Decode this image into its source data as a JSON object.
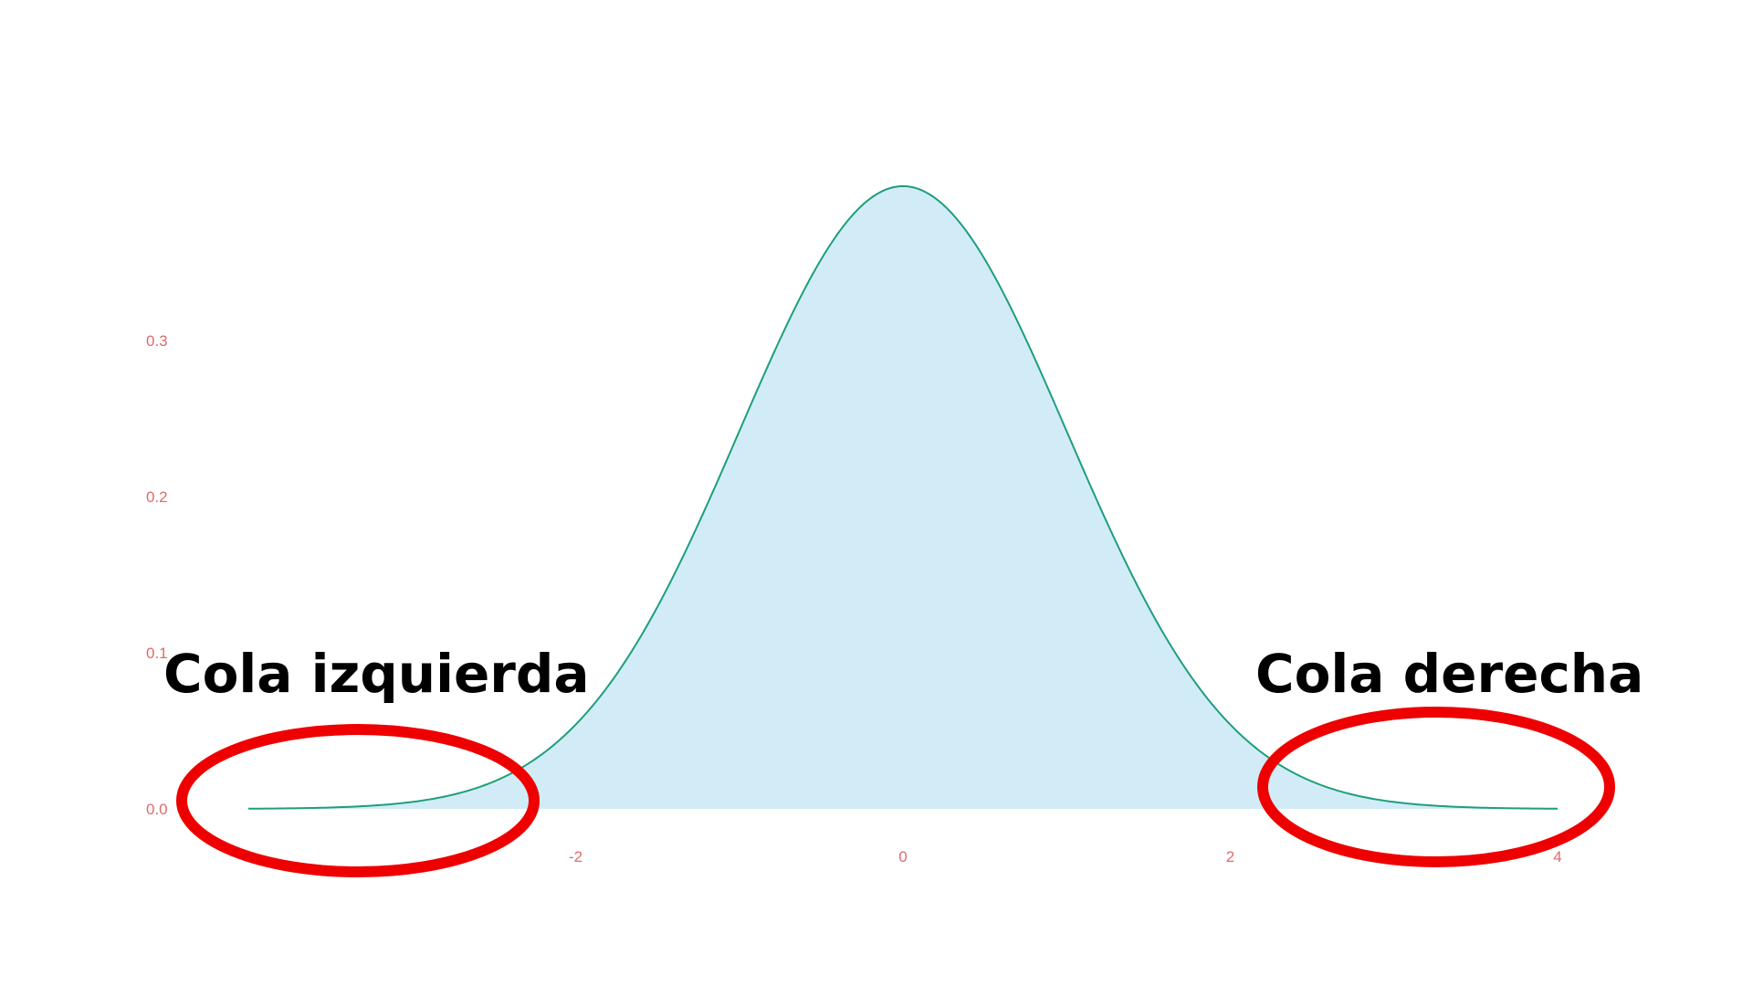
{
  "chart_data": {
    "type": "area",
    "title": "",
    "xlabel": "",
    "ylabel": "",
    "xlim": [
      -4,
      4
    ],
    "ylim": [
      0,
      0.3989
    ],
    "x_ticks": [
      "-2",
      "0",
      "2",
      "4"
    ],
    "x_tick_values": [
      -2,
      0,
      2,
      4
    ],
    "y_ticks": [
      "0.0",
      "0.1",
      "0.2",
      "0.3"
    ],
    "y_tick_values": [
      0.0,
      0.1,
      0.2,
      0.3
    ],
    "grid": false,
    "series": [
      {
        "x": [
          -4.0,
          -3.5,
          -3.0,
          -2.5,
          -2.0,
          -1.5,
          -1.0,
          -0.5,
          0.0,
          0.5,
          1.0,
          1.5,
          2.0,
          2.5,
          3.0,
          3.5,
          4.0
        ],
        "y": [
          0.0001,
          0.0009,
          0.0044,
          0.0175,
          0.054,
          0.1295,
          0.242,
          0.3521,
          0.3989,
          0.3521,
          0.242,
          0.1295,
          0.054,
          0.0175,
          0.0044,
          0.0009,
          0.0001
        ]
      }
    ],
    "annotations": [
      {
        "text": "Cola izquierda"
      },
      {
        "text": "Cola derecha"
      }
    ]
  },
  "colors": {
    "fill": "#d1ecf7",
    "line": "#1f9e7c",
    "tick_text": "#e06a6a",
    "highlight": "#ee0000"
  }
}
